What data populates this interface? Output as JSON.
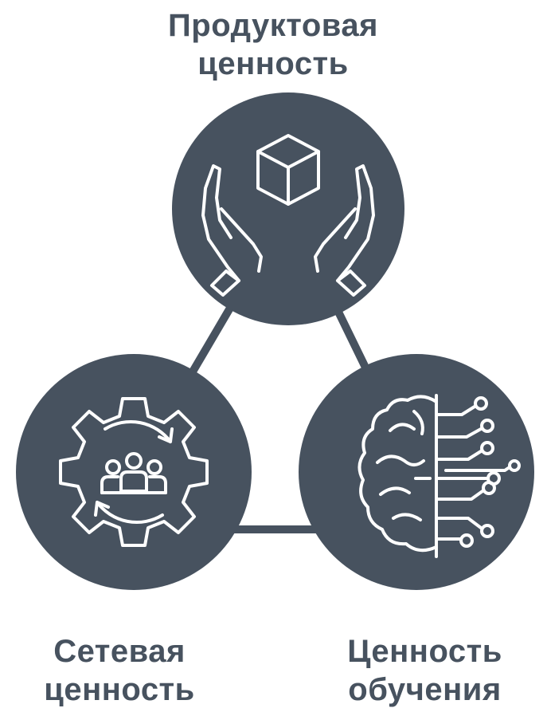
{
  "nodes": {
    "top": {
      "line1": "Продуктовая",
      "line2": "ценность",
      "icon": "hands-holding-box-icon"
    },
    "left": {
      "line1": "Сетевая",
      "line2": "ценность",
      "icon": "gear-people-cycle-icon"
    },
    "right": {
      "line1": "Ценность",
      "line2": "обучения",
      "icon": "brain-circuit-icon"
    }
  },
  "colors": {
    "node_fill": "#47525f",
    "icon_stroke": "#ffffff",
    "text": "#47525f"
  }
}
